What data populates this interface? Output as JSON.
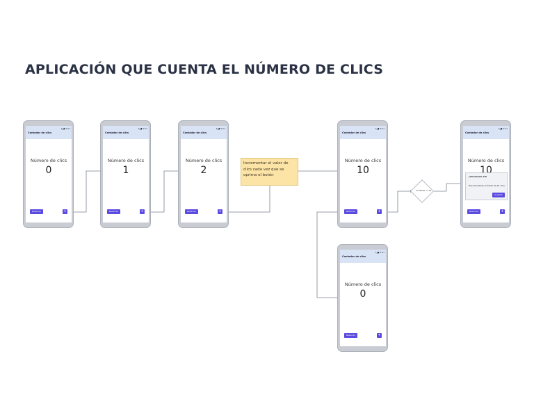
{
  "title": "APLICACIÓN QUE CUENTA EL NÚMERO DE CLICS",
  "app": {
    "title": "Contador de clics",
    "status": "▾◢▮ 9:51",
    "counter_label": "Número de clics",
    "reset_label": "Reiniciar",
    "plus_label": "+"
  },
  "screens": [
    {
      "value": "0"
    },
    {
      "value": "1"
    },
    {
      "value": "2"
    },
    {
      "value": "10"
    },
    {
      "value": "0"
    },
    {
      "value": "10"
    }
  ],
  "note": "Incrementar el valor de clics cada vez que se oprima el botón",
  "decision": "Contador = 10",
  "dialog": {
    "title": "¡Alcanzaste 10!",
    "message": "Has alcanzado el límite de 10 clics",
    "ok_label": "Aceptar"
  },
  "colors": {
    "button": "#5b4be0",
    "appbar": "#d8e3f5",
    "note": "#fce3a6",
    "frame": "#c9ccd3",
    "connector": "#7a808c"
  }
}
